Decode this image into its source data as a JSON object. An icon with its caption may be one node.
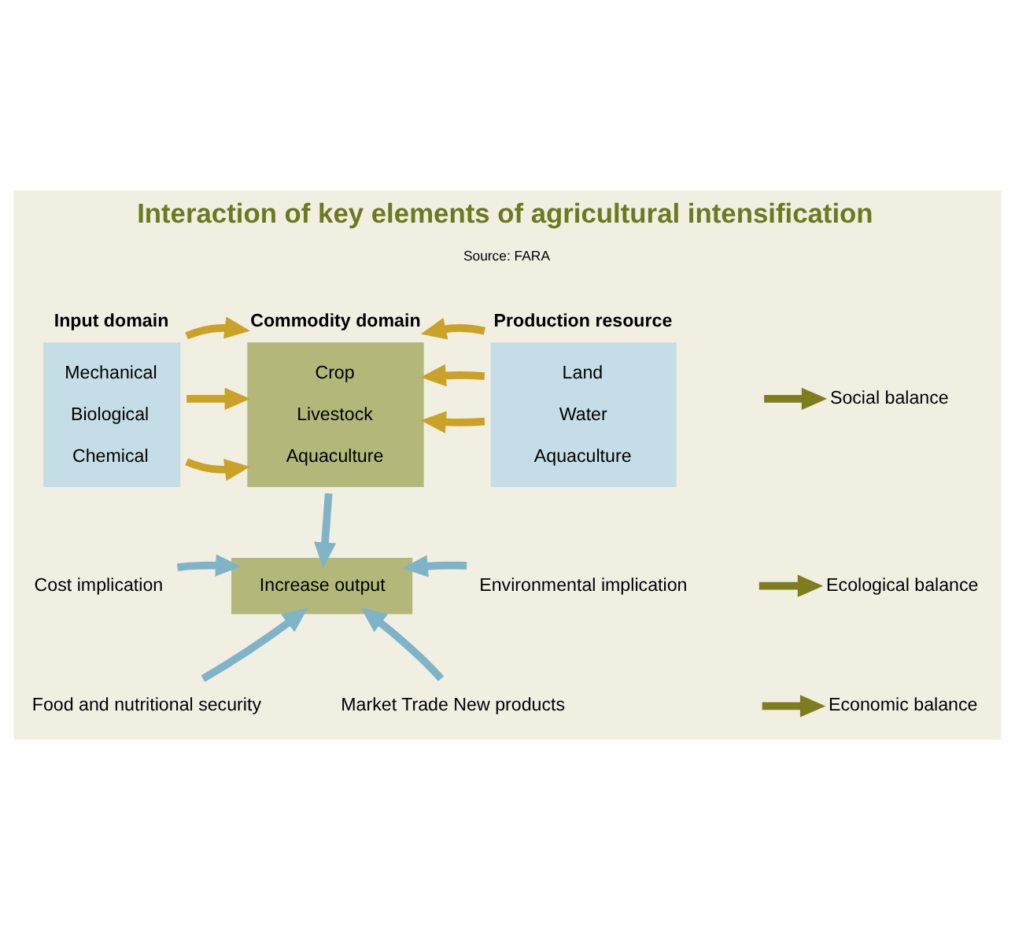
{
  "diagram": {
    "title": "Interaction of key elements of agricultural intensification",
    "caption": "Source: FARA",
    "nodes": [
      {
        "text": [
          "Input domain",
          "Mechanical",
          "Biological",
          "Chemical"
        ]
      },
      {
        "text": [
          "Commodity domain",
          "Crop",
          "Livestock",
          "Aquaculture"
        ]
      },
      {
        "text": [
          "Production resource",
          "Land",
          "Water",
          "Aquaculture"
        ]
      },
      {
        "text": [
          "Increase output"
        ]
      },
      {
        "text": [
          "Cost implication"
        ]
      },
      {
        "text": [
          "Environmental implication"
        ]
      },
      {
        "text": [
          "Food and nutritional security"
        ]
      },
      {
        "text": [
          "Market Trade New products"
        ]
      },
      {
        "text": [
          "Social balance"
        ]
      },
      {
        "text": [
          "Ecological balance"
        ]
      },
      {
        "text": [
          "Economic balance"
        ]
      }
    ],
    "edges": [
      {
        "from": 0,
        "to": 1,
        "arrow": "to"
      },
      {
        "from": 0,
        "to": 1,
        "arrow": "to"
      },
      {
        "from": 0,
        "to": 1,
        "arrow": "to"
      },
      {
        "from": 2,
        "to": 1,
        "arrow": "to"
      },
      {
        "from": 2,
        "to": 1,
        "arrow": "to"
      },
      {
        "from": 2,
        "to": 1,
        "arrow": "to"
      },
      {
        "from": 1,
        "to": 3,
        "arrow": "to",
        "color": "#7fb3c8"
      },
      {
        "from": 4,
        "to": 3,
        "arrow": "to",
        "color": "#7fb3c8"
      },
      {
        "from": 5,
        "to": 3,
        "arrow": "to",
        "color": "#7fb3c8"
      },
      {
        "from": 6,
        "to": 3,
        "arrow": "to",
        "color": "#7fb3c8"
      },
      {
        "from": 7,
        "to": 3,
        "arrow": "to",
        "color": "#7fb3c8"
      },
      {
        "from": null,
        "to": 8,
        "arrow": "to",
        "color": "#7d7d1e"
      },
      {
        "from": null,
        "to": 9,
        "arrow": "to",
        "color": "#7d7d1e"
      },
      {
        "from": null,
        "to": 10,
        "arrow": "to",
        "color": "#7d7d1e"
      }
    ]
  }
}
